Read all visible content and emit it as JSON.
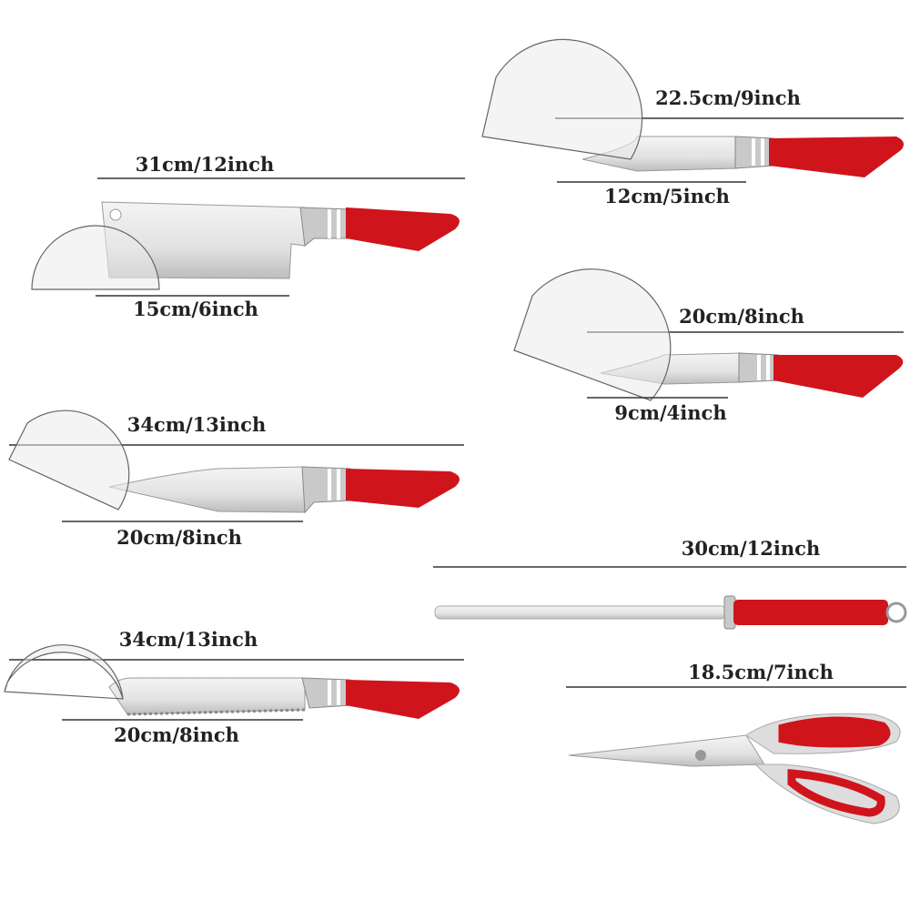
{
  "items": [
    {
      "name": "cleaver",
      "total": "31cm/12inch",
      "blade": "15cm/6inch"
    },
    {
      "name": "paring-knife",
      "total": "22.5cm/9inch",
      "blade": "12cm/5inch"
    },
    {
      "name": "utility-knife",
      "total": "20cm/8inch",
      "blade": "9cm/4inch"
    },
    {
      "name": "chef-knife",
      "total": "34cm/13inch",
      "blade": "20cm/8inch"
    },
    {
      "name": "bread-knife",
      "total": "34cm/13inch",
      "blade": "20cm/8inch"
    },
    {
      "name": "sharpening-steel",
      "total": "30cm/12inch"
    },
    {
      "name": "kitchen-scissors",
      "total": "18.5cm/7inch"
    }
  ],
  "colors": {
    "handle": "#d0141c",
    "steel": "#e6e6e6"
  }
}
